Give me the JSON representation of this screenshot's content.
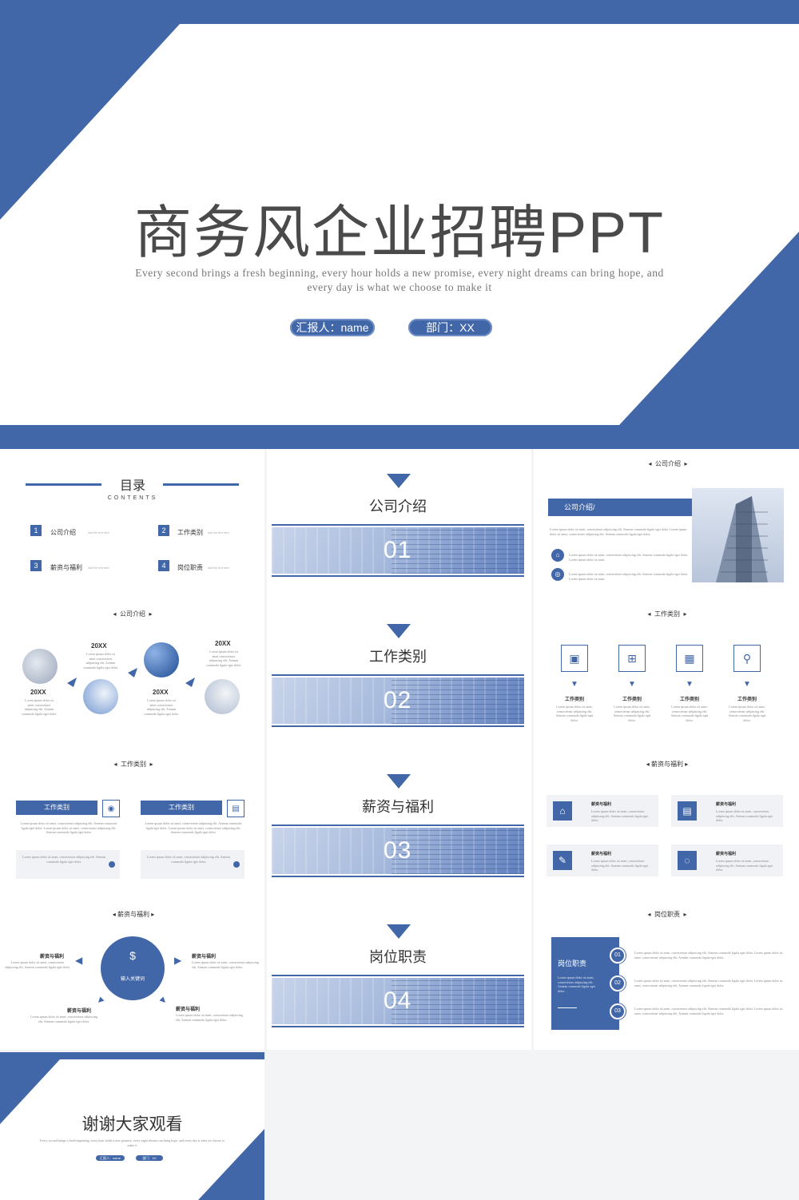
{
  "cover": {
    "title": "商务风企业招聘PPT",
    "subtitle": "Every second brings a fresh beginning, every hour holds a new promise, every night dreams can bring hope, and every day is what we choose to make it",
    "reporter": "汇报人：name",
    "department": "部门：XX"
  },
  "toc": {
    "title": "目录",
    "subtitle": "CONTENTS",
    "items": [
      {
        "num": "1",
        "label": "公司介绍",
        "hint": "Add the text here"
      },
      {
        "num": "2",
        "label": "工作类别",
        "hint": "Add the text here"
      },
      {
        "num": "3",
        "label": "薪资与福利",
        "hint": "Add the text here"
      },
      {
        "num": "4",
        "label": "岗位职责",
        "hint": "Add the text here"
      }
    ]
  },
  "sections": [
    {
      "title": "公司介绍",
      "num": "01"
    },
    {
      "title": "工作类别",
      "num": "02"
    },
    {
      "title": "薪资与福利",
      "num": "03"
    },
    {
      "title": "岗位职责",
      "num": "04"
    }
  ],
  "nav": {
    "company": "公司介绍",
    "jobs": "工作类别",
    "salary": "薪资与福利",
    "duty": "岗位职责"
  },
  "company": {
    "heading": "公司介绍/",
    "lorem": "Lorem ipsum dolor sit amet, consectetuer adipiscing elit. Aenean commodo ligula eget dolor. Lorem ipsum dolor sit amet, consectetuer adipiscing elit. Aenean commodo ligula eget dolor.",
    "lorem_short": "Lorem ipsum dolor sit amet, consectetuer adipiscing elit. Aenean commodo ligula eget dolor. Lorem ipsum dolor sit amet."
  },
  "timeline": {
    "years": [
      "20XX",
      "20XX",
      "20XX",
      "20XX"
    ],
    "lorem": "Lorem ipsum dolor sit amet consectetuer adipiscing elit. Aenean commodo ligula eget dolor."
  },
  "job_icons": {
    "label": "工作类别",
    "lorem": "Lorem ipsum dolor sit amet, consectetuer adipiscing elit. Aenean commodo ligula eget dolor."
  },
  "job_cards": {
    "label": "工作类别",
    "lorem": "Lorem ipsum dolor sit amet, consectetuer adipiscing elit. Aenean commodo ligula eget dolor. Lorem ipsum dolor sit amet, consectetuer adipiscing elit. Aenean commodo ligula eget dolor."
  },
  "salary_cards": {
    "label": "薪资与福利",
    "lorem": "Lorem ipsum dolor sit amet, consectetuer adipiscing elit. Aenean commodo ligula eget dolor."
  },
  "salary_radial": {
    "center": "输入关键词",
    "label": "薪资与福利",
    "lorem": "Lorem ipsum dolor sit amet, consectetuer adipiscing elit. Aenean commodo ligula eget dolor."
  },
  "duty": {
    "heading": "岗位职责",
    "lorem": "Lorem ipsum dolor sit amet, consectetuer adipiscing elit. Aenean commodo ligula eget dolor.",
    "nums": [
      "01",
      "02",
      "03"
    ],
    "row_lorem": "Lorem ipsum dolor sit amet, consectetuer adipiscing elit. Aenean commodo ligula eget dolor. Lorem ipsum dolor sit amet, consectetuer adipiscing elit. Aenean commodo ligula eget dolor."
  },
  "thanks": {
    "title": "谢谢大家观看",
    "subtitle": "Every second brings a fresh beginning, every hour holds a new promise, every night dreams can bring hope, and every day is what we choose to make it",
    "reporter": "汇报人：name",
    "department": "部门：XX"
  },
  "colors": {
    "accent": "#4267a9",
    "light": "#f1f2f5"
  }
}
